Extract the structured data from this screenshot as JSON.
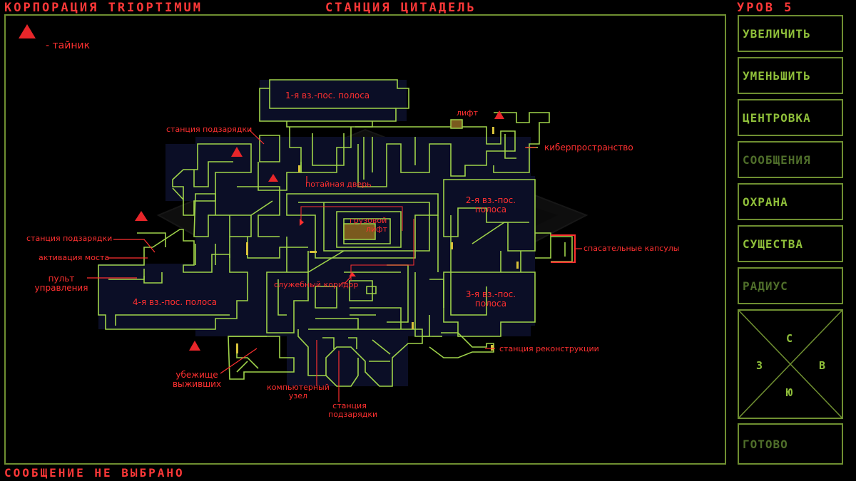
{
  "header": {
    "corp": "КОРПОРАЦИЯ TRIOPTIMUM",
    "station": "СТАНЦИЯ ЦИТАДЕЛЬ",
    "level": "УРОВ 5"
  },
  "legend": {
    "text": "- тайник"
  },
  "sidebar": {
    "buttons": [
      {
        "label": "УВЕЛИЧИТЬ",
        "enabled": true
      },
      {
        "label": "УМЕНЬШИТЬ",
        "enabled": true
      },
      {
        "label": "ЦЕНТРОВКА",
        "enabled": true
      },
      {
        "label": "СООБЩЕНИЯ",
        "enabled": false
      },
      {
        "label": "ОХРАНА",
        "enabled": true
      },
      {
        "label": "СУЩЕСТВА",
        "enabled": true
      },
      {
        "label": "РАДИУС",
        "enabled": false
      }
    ],
    "done": "ГОТОВО"
  },
  "compass": {
    "north": "С",
    "south": "Ю",
    "west": "З",
    "east": "В"
  },
  "status": "СООБЩЕНИЕ НЕ ВЫБРАНО",
  "map_labels": {
    "strip1": "1-я вз.-пос. полоса",
    "strip2a": "2-я вз.-пос.",
    "strip2b": "полоса",
    "strip3a": "3-я вз.-пос.",
    "strip3b": "полоса",
    "strip4": "4-я вз.-пос. полоса",
    "charge_top": "станция подзарядки",
    "charge_left": "станция подзарядки",
    "charge_bottom_a": "станция",
    "charge_bottom_b": "подзарядки",
    "lift": "лифт",
    "cyberspace": "киберпространство",
    "secret_door": "потайная дверь",
    "cargo_a": "грузовой",
    "cargo_b": "лифт",
    "escape_pods": "спасательные капсулы",
    "bridge": "активация моста",
    "control_a": "пульт",
    "control_b": "управления",
    "service_corridor": "служебный коридор",
    "reconstruction": "станция реконструкции",
    "shelter_a": "убежище",
    "shelter_b": "выживших",
    "computer_a": "компьютерный",
    "computer_b": "узел"
  },
  "colors": {
    "wall": "#9fd34a",
    "frame": "#6f8f31",
    "label": "#ff3030",
    "floor": "#0b0e26",
    "door": "#d8c23a"
  }
}
